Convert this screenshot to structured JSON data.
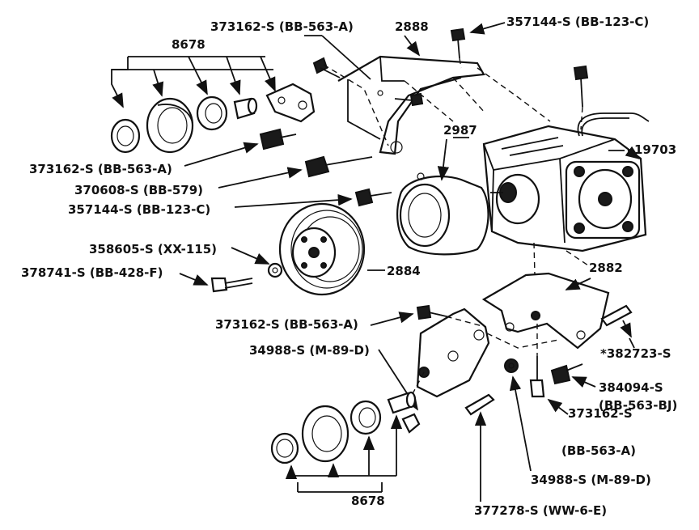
{
  "labels": {
    "p8678_top": "8678",
    "p373162_top": "373162-S (BB-563-A)",
    "p2888": "2888",
    "p357144_top": "357144-S (BB-123-C)",
    "p2987": "2987",
    "p19703": "19703",
    "p373162_left": "373162-S (BB-563-A)",
    "p370608": "370608-S (BB-579)",
    "p357144_left": "357144-S (BB-123-C)",
    "p358605": "358605-S (XX-115)",
    "p378741": "378741-S (BB-428-F)",
    "p2884": "2884",
    "p2882": "2882",
    "p373162_mid": "373162-S (BB-563-A)",
    "p34988_upper": "34988-S (M-89-D)",
    "p382723": "*382723-S",
    "p384094_a": "384094-S",
    "p384094_b": "(BB-563-BJ)",
    "p373162_low_a": "373162-S",
    "p373162_low_b": "(BB-563-A)",
    "p34988_lower": "34988-S (M-89-D)",
    "p8678_bottom": "8678",
    "p377278": "377278-S (WW-6-E)"
  },
  "colors": {
    "ink": "#111111",
    "paper": "#ffffff"
  }
}
